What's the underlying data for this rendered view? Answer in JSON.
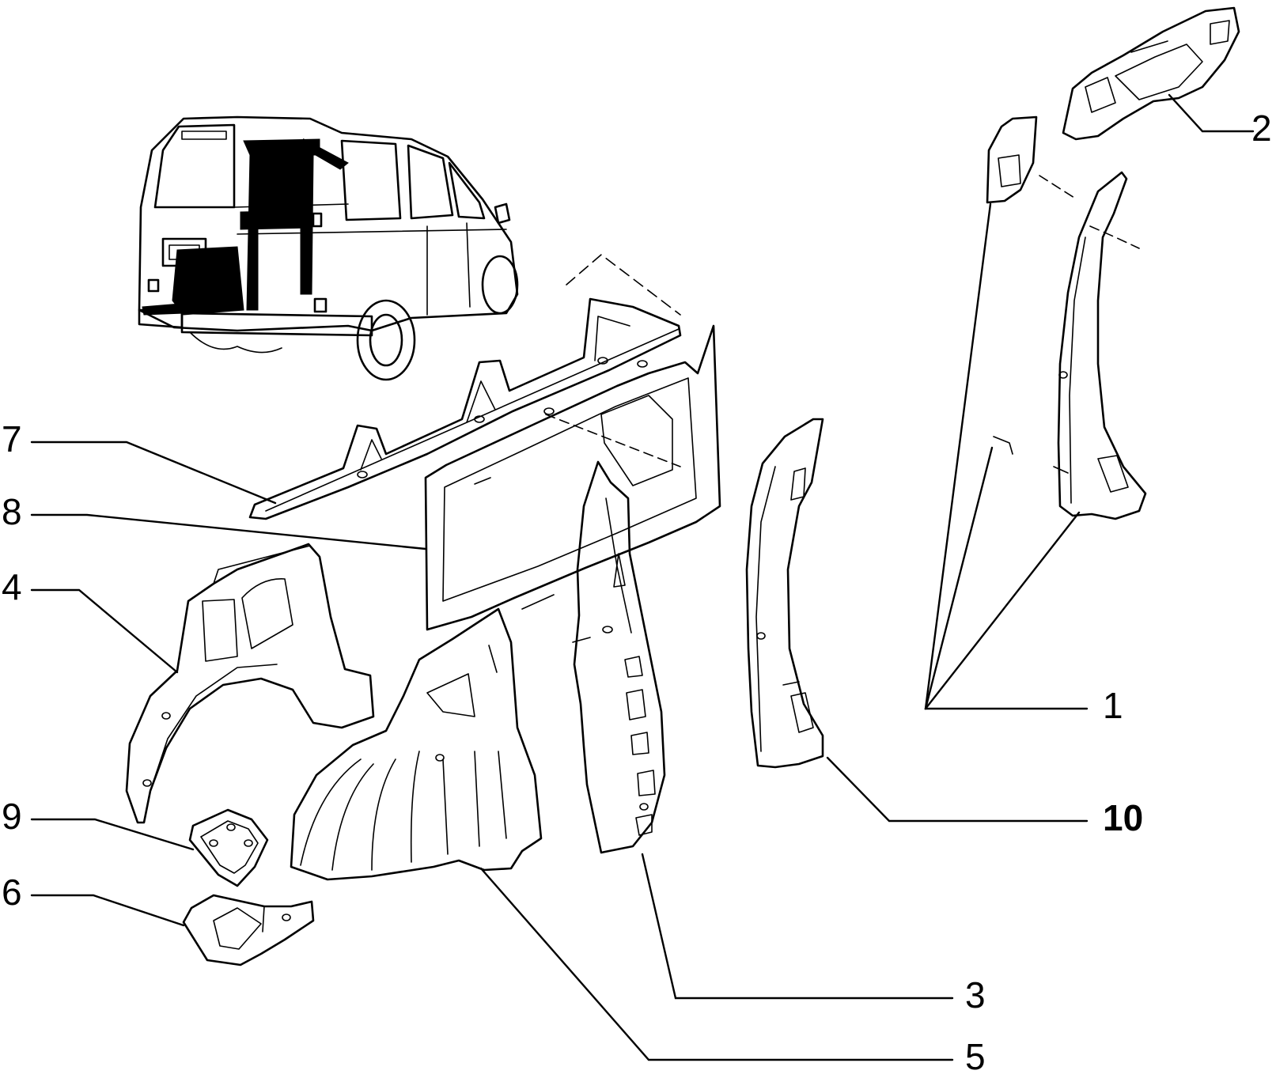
{
  "callouts": [
    {
      "id": "1",
      "label": "1",
      "bold": false
    },
    {
      "id": "2",
      "label": "2",
      "bold": false
    },
    {
      "id": "3",
      "label": "3",
      "bold": false
    },
    {
      "id": "4",
      "label": "4",
      "bold": false
    },
    {
      "id": "5",
      "label": "5",
      "bold": false
    },
    {
      "id": "6",
      "label": "6",
      "bold": false
    },
    {
      "id": "7",
      "label": "7",
      "bold": false
    },
    {
      "id": "8",
      "label": "8",
      "bold": false
    },
    {
      "id": "9",
      "label": "9",
      "bold": false
    },
    {
      "id": "10",
      "label": "10",
      "bold": true
    }
  ]
}
